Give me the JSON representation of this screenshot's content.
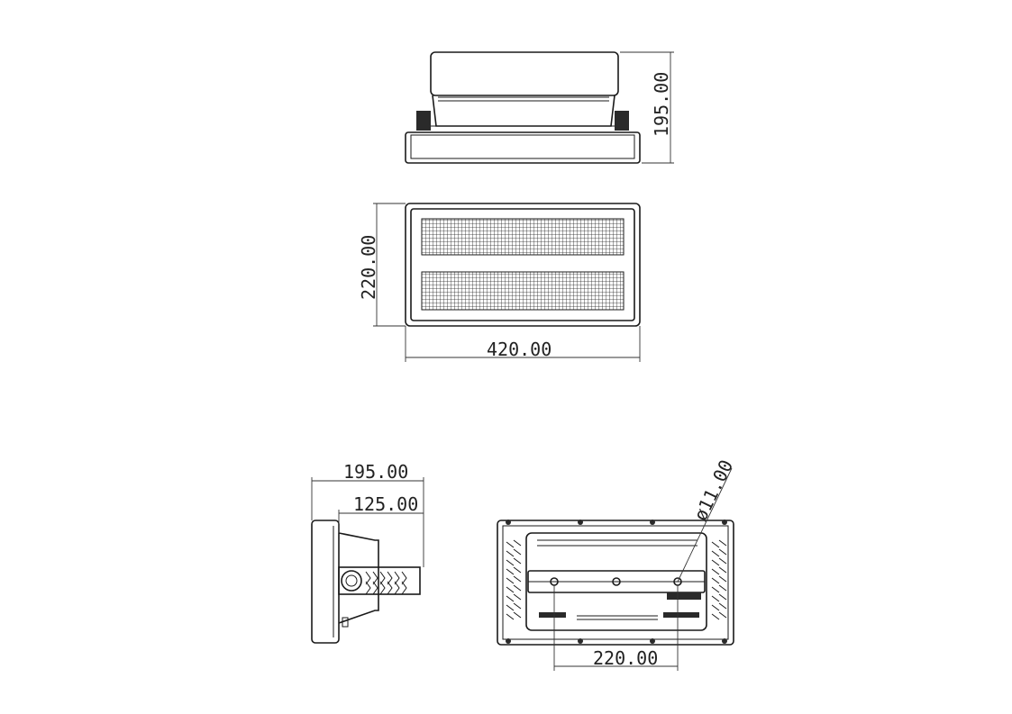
{
  "dimensions": {
    "top_height": "195.00",
    "front_height": "220.00",
    "front_width": "420.00",
    "side_depth": "195.00",
    "side_bracket": "125.00",
    "hole_diameter": "ø11.00",
    "hole_spacing": "220.00"
  }
}
